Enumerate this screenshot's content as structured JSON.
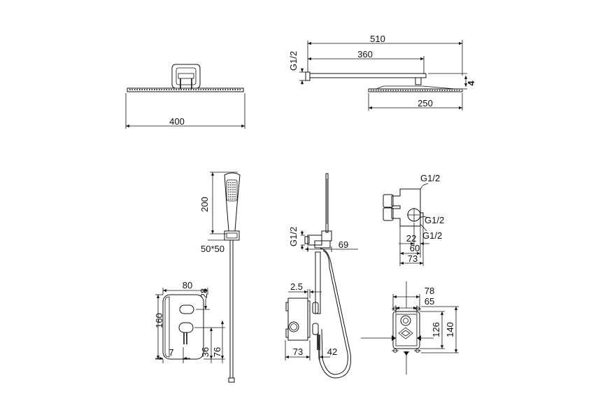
{
  "shower_head": {
    "width_label": "400",
    "arm_total_label": "510",
    "arm_length_label": "360",
    "head_diameter_label": "250",
    "thickness_label": "4",
    "thread_label": "G1/2"
  },
  "hand_shower": {
    "length_label": "200",
    "holder_label": "50*50",
    "outlet_thread_label": "G1/2",
    "outlet_depth_label": "69"
  },
  "valve_plate": {
    "width_label": "80",
    "height_label": "160",
    "top_offset_label": "28",
    "edge_label": "7",
    "lower_offset_label": "36",
    "bottom_offset_label": "76"
  },
  "mixer_side": {
    "plate_label": "2.5",
    "depth_label": "73",
    "extension_label": "42"
  },
  "valve_body": {
    "thread_top_label": "G1/2",
    "thread_mid_label": "G1/2",
    "thread_bottom_label": "G1/2",
    "offset_small_label": "22",
    "offset_mid_label": "60",
    "offset_large_label": "73"
  },
  "valve_box": {
    "outer_width_label": "78",
    "inner_width_label": "65",
    "inner_height_label": "126",
    "outer_height_label": "140"
  }
}
